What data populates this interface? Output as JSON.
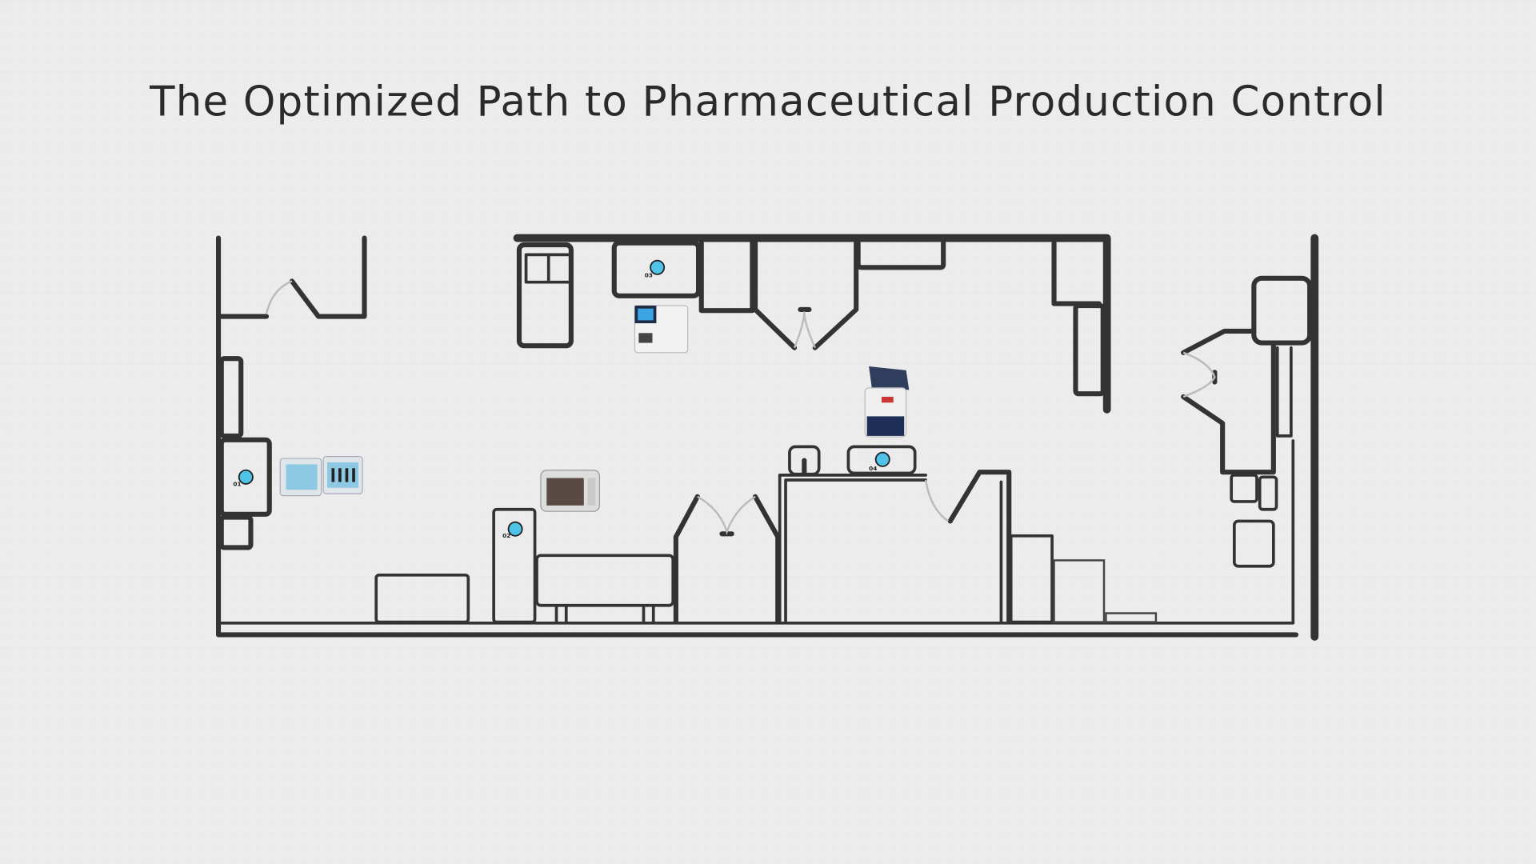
{
  "title": "The Optimized Path to Pharmaceutical Production Control",
  "markers": [
    {
      "label": "01"
    },
    {
      "label": "02"
    },
    {
      "label": "03"
    },
    {
      "label": "04"
    }
  ],
  "colors": {
    "marker": "#4fc3e8",
    "wall": "#333333",
    "background": "#ececec"
  }
}
